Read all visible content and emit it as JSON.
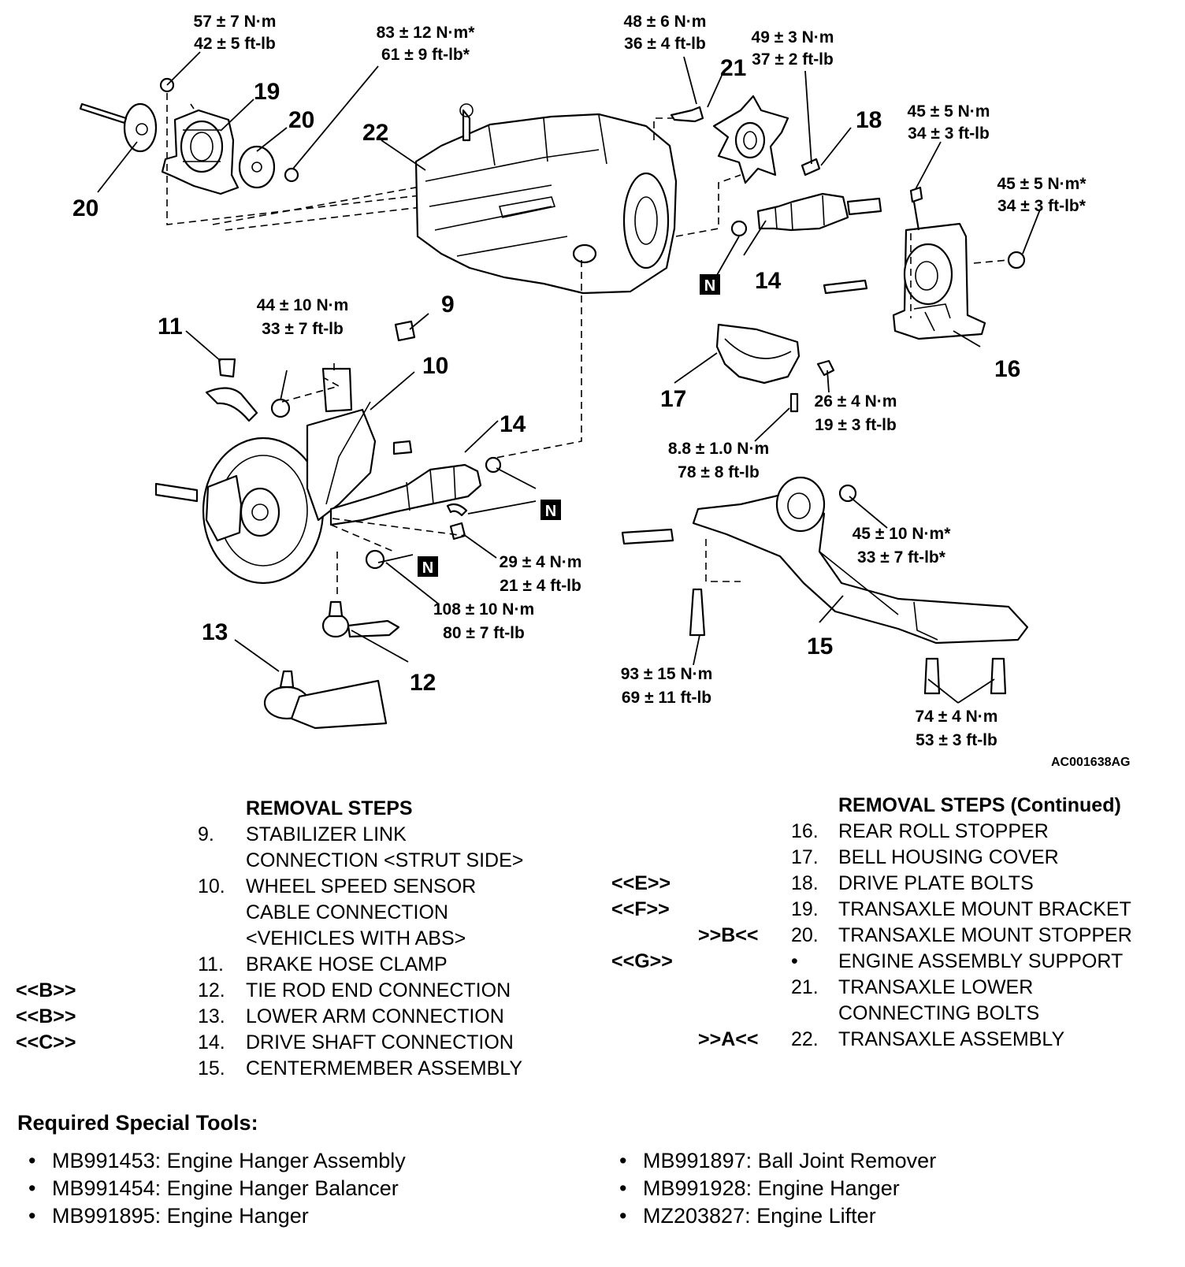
{
  "torques": {
    "t1": [
      "57 ± 7 N·m",
      "42 ± 5 ft-lb"
    ],
    "t2": [
      "83 ± 12 N·m*",
      "61 ± 9 ft-lb*"
    ],
    "t3": [
      "48 ± 6 N·m",
      "36 ± 4 ft-lb"
    ],
    "t4": [
      "49 ± 3 N·m",
      "37 ± 2 ft-lb"
    ],
    "t5": [
      "45 ± 5 N·m",
      "34 ± 3 ft-lb"
    ],
    "t6": [
      "45 ± 5 N·m*",
      "34 ± 3 ft-lb*"
    ],
    "t7": [
      "44 ± 10 N·m",
      "33 ± 7 ft-lb"
    ],
    "t8": [
      "26 ± 4 N·m",
      "19 ± 3 ft-lb"
    ],
    "t9": [
      "8.8 ± 1.0 N·m",
      "78 ± 8 ft-lb"
    ],
    "t10": [
      "45 ± 10 N·m*",
      "33 ± 7 ft-lb*"
    ],
    "t11": [
      "29 ± 4 N·m",
      "21 ± 4 ft-lb"
    ],
    "t12": [
      "108 ± 10 N·m",
      "80 ± 7 ft-lb"
    ],
    "t13": [
      "93 ± 15 N·m",
      "69 ± 11 ft-lb"
    ],
    "t14": [
      "74 ± 4 N·m",
      "53 ± 3 ft-lb"
    ]
  },
  "callouts": {
    "c9": "9",
    "c10": "10",
    "c11": "11",
    "c12": "12",
    "c13": "13",
    "c14a": "14",
    "c14b": "14",
    "c15": "15",
    "c16": "16",
    "c17": "17",
    "c18": "18",
    "c19": "19",
    "c20a": "20",
    "c20b": "20",
    "c21": "21",
    "c22": "22"
  },
  "nmarker": "N",
  "figure_code": "AC001638AG",
  "removal_left": {
    "header": "REMOVAL STEPS",
    "rows": [
      {
        "mark": "",
        "num": "9.",
        "text": "STABILIZER LINK"
      },
      {
        "mark": "",
        "num": "",
        "text": "CONNECTION <STRUT SIDE>"
      },
      {
        "mark": "",
        "num": "10.",
        "text": "WHEEL SPEED SENSOR"
      },
      {
        "mark": "",
        "num": "",
        "text": "CABLE CONNECTION"
      },
      {
        "mark": "",
        "num": "",
        "text": "<VEHICLES WITH ABS>"
      },
      {
        "mark": "",
        "num": "11.",
        "text": "BRAKE HOSE CLAMP"
      },
      {
        "mark": "<<B>>",
        "num": "12.",
        "text": "TIE ROD END CONNECTION"
      },
      {
        "mark": "<<B>>",
        "num": "13.",
        "text": "LOWER ARM CONNECTION"
      },
      {
        "mark": "<<C>>",
        "num": "14.",
        "text": "DRIVE SHAFT CONNECTION"
      },
      {
        "mark": "",
        "num": "15.",
        "text": "CENTERMEMBER ASSEMBLY"
      }
    ]
  },
  "removal_right": {
    "header": "REMOVAL STEPS (Continued)",
    "rows": [
      {
        "mark1": "",
        "mark2": "",
        "num": "16.",
        "text": "REAR ROLL STOPPER"
      },
      {
        "mark1": "",
        "mark2": "",
        "num": "17.",
        "text": "BELL HOUSING COVER"
      },
      {
        "mark1": "<<E>>",
        "mark2": "",
        "num": "18.",
        "text": "DRIVE PLATE BOLTS"
      },
      {
        "mark1": "<<F>>",
        "mark2": "",
        "num": "19.",
        "text": "TRANSAXLE MOUNT BRACKET"
      },
      {
        "mark1": "",
        "mark2": ">>B<<",
        "num": "20.",
        "text": "TRANSAXLE MOUNT STOPPER"
      },
      {
        "mark1": "<<G>>",
        "mark2": "",
        "num": "•",
        "text": "ENGINE ASSEMBLY SUPPORT"
      },
      {
        "mark1": "",
        "mark2": "",
        "num": "21.",
        "text": "TRANSAXLE LOWER"
      },
      {
        "mark1": "",
        "mark2": "",
        "num": "",
        "text": "CONNECTING BOLTS"
      },
      {
        "mark1": "",
        "mark2": ">>A<<",
        "num": "22.",
        "text": "TRANSAXLE ASSEMBLY"
      }
    ]
  },
  "tools": {
    "title": "Required Special Tools:",
    "left": [
      "MB991453: Engine Hanger Assembly",
      "MB991454: Engine Hanger Balancer",
      "MB991895: Engine Hanger"
    ],
    "right": [
      "MB991897: Ball Joint Remover",
      "MB991928: Engine Hanger",
      "MZ203827: Engine Lifter"
    ]
  }
}
